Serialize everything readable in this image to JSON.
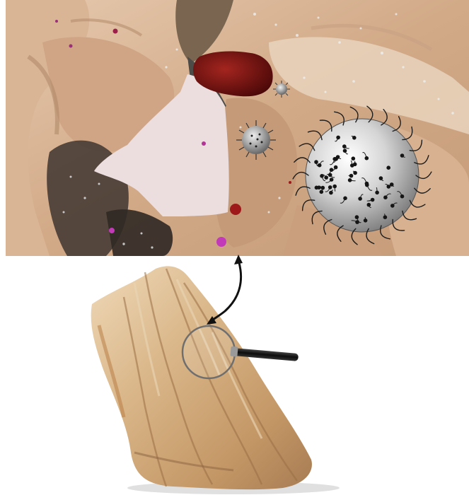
{
  "figure": {
    "panels": [
      {
        "id": "pore-closeup",
        "icon": "rock-pore-microscopic-illustration"
      },
      {
        "id": "rock-sample",
        "icon": "rock-with-magnifying-glass"
      }
    ],
    "particles": {
      "large": "large-grafted-nanoparticle-icon",
      "small": "small-spiky-nanoparticle-icon",
      "tiny": "tiny-nanoparticle-icon"
    },
    "connector": "double-headed-arrow-icon",
    "colors": {
      "rock_light": "#d9b79a",
      "rock_mid": "#b88f6f",
      "rock_dark": "#6b4f3a",
      "pore_fluid": "#ecdede",
      "oil_droplet": "#7a1010",
      "accent_pink": "#c23ab8",
      "sphere_grey": "#bdbdbd"
    }
  }
}
